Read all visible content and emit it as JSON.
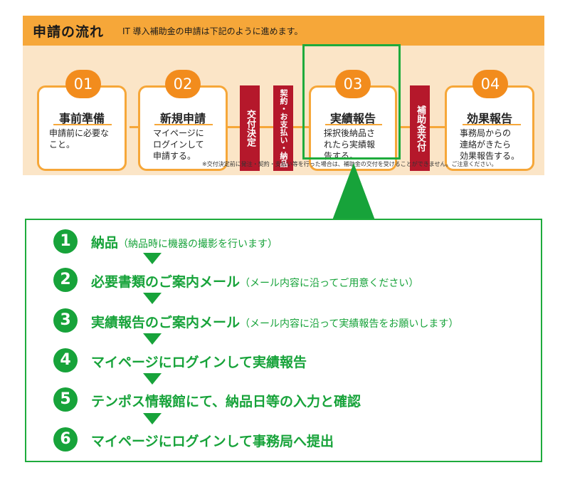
{
  "banner": {
    "title": "申請の流れ",
    "subtitle": "IT 導入補助金の申請は下記のように進めます。",
    "steps": [
      {
        "num": "01",
        "title": "事前準備",
        "desc": "申請前に必要な\nこと。"
      },
      {
        "num": "02",
        "title": "新規申請",
        "desc": "マイページに\nログインして\n申請する。"
      },
      {
        "num": "03",
        "title": "実績報告",
        "desc": "採択後納品さ\nれたら実績報\n告する。"
      },
      {
        "num": "04",
        "title": "効果報告",
        "desc": "事務局からの\n連絡がきたら\n効果報告する。"
      }
    ],
    "red_labels": [
      "交付決定",
      "契約・お支払い・納品",
      "補助金交付"
    ],
    "note": "※交付決定前に発注・契約・支払い等を行った場合は、補助金の交付を受けることができません。ご注意ください。"
  },
  "lower_steps": [
    {
      "num": "1",
      "text": "納品",
      "paren": "（納品時に機器の撮影を行います）"
    },
    {
      "num": "2",
      "text": "必要書類のご案内メール",
      "paren": "（メール内容に沿ってご用意ください）"
    },
    {
      "num": "3",
      "text": "実績報告のご案内メール",
      "paren": "（メール内容に沿って実績報告をお願いします）"
    },
    {
      "num": "4",
      "text": "マイページにログインして実績報告",
      "paren": ""
    },
    {
      "num": "5",
      "text": "テンポス情報館にて、納品日等の入力と確認",
      "paren": ""
    },
    {
      "num": "6",
      "text": "マイページにログインして事務局へ提出",
      "paren": ""
    }
  ],
  "colors": {
    "orange": "#f6a739",
    "orange_dark": "#f28c1d",
    "banner_bg": "#fbe5c7",
    "red": "#b5182b",
    "green": "#17a33a"
  },
  "highlighted_step": "03",
  "icons": [
    "down-arrow-icon",
    "callout-triangle-icon"
  ]
}
